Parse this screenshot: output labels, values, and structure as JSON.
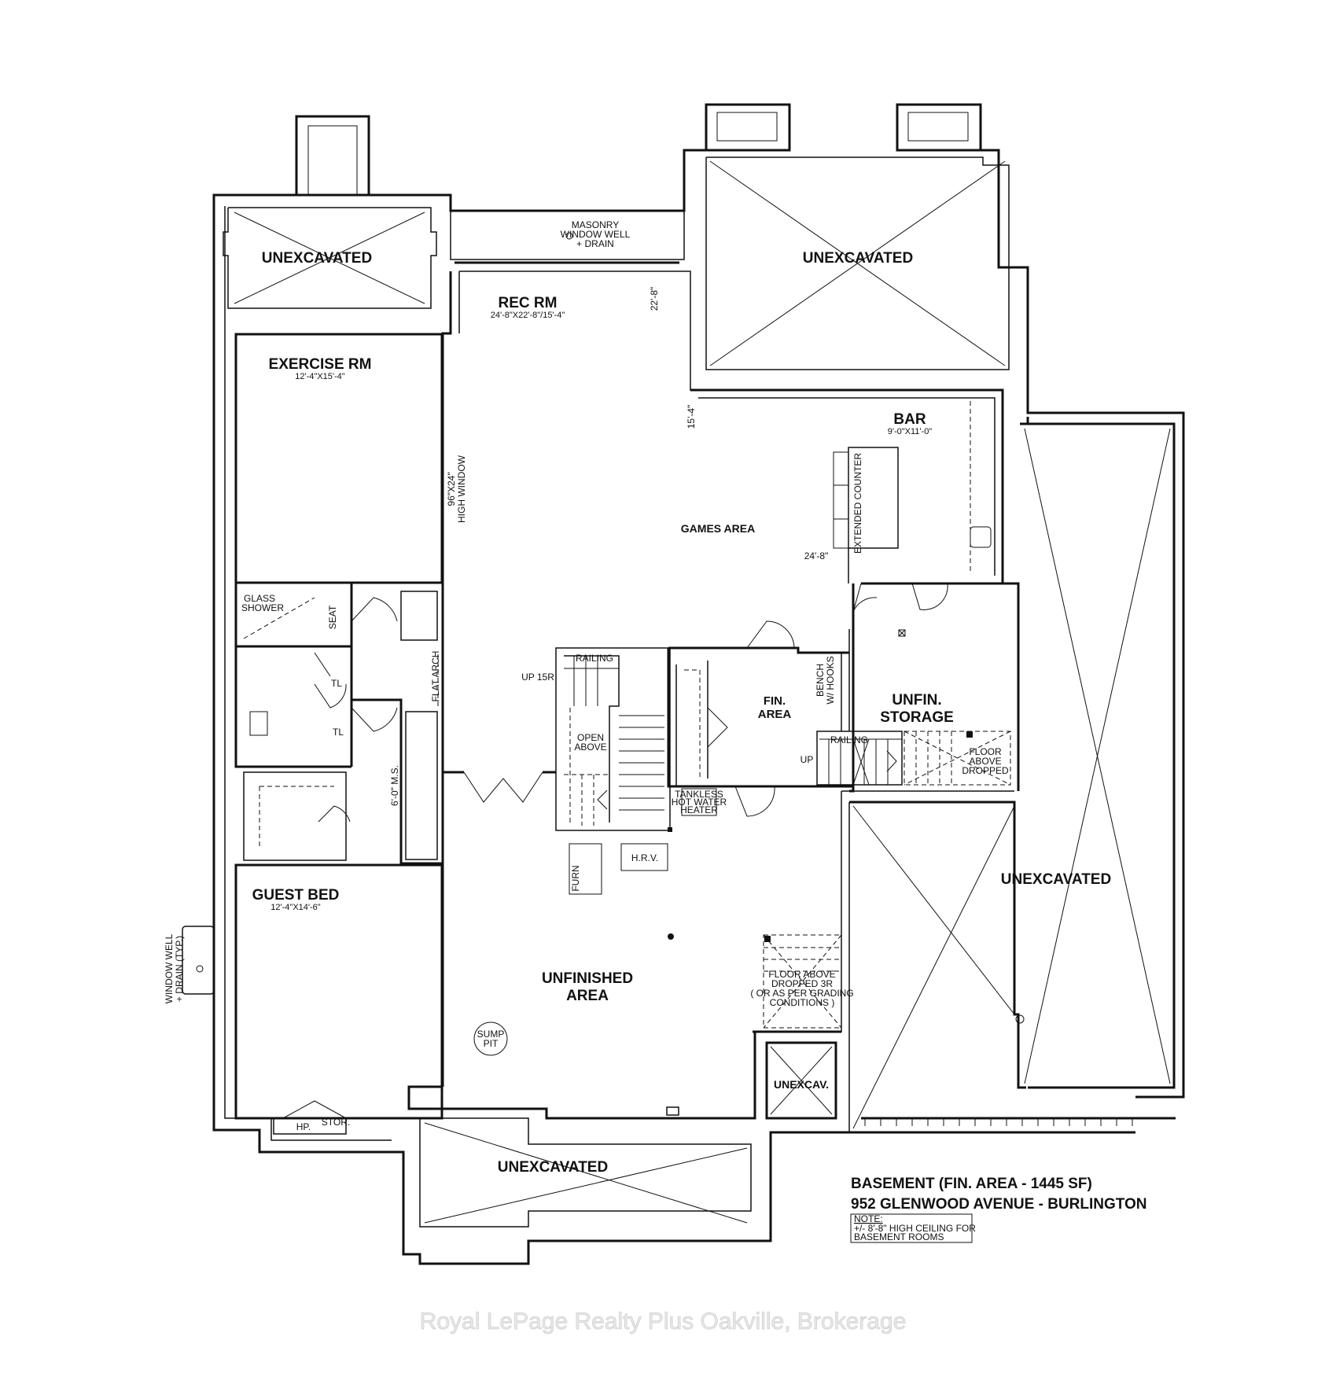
{
  "rooms": {
    "unexcavated_nw": "UNEXCAVATED",
    "unexcavated_ne": "UNEXCAVATED",
    "unexcavated_e": "UNEXCAVATED",
    "unexcavated_s": "UNEXCAVATED",
    "unexcav_small": "UNEXCAV.",
    "rec_rm": "REC RM",
    "rec_rm_dim": "24'-8\"X22'-8\"/15'-4\"",
    "exercise_rm": "EXERCISE RM",
    "exercise_rm_dim": "12'-4\"X15'-4\"",
    "bar": "BAR",
    "bar_dim": "9'-0\"X11'-0\"",
    "games_area": "GAMES AREA",
    "fin_area_1": "FIN.",
    "fin_area_2": "AREA",
    "unfin_storage_1": "UNFIN.",
    "unfin_storage_2": "STORAGE",
    "guest_bed": "GUEST BED",
    "guest_bed_dim": "12'-4\"X14'-6\"",
    "unfinished_area_1": "UNFINISHED",
    "unfinished_area_2": "AREA"
  },
  "labels": {
    "masonry_1": "MASONRY",
    "masonry_2": "WINDOW WELL",
    "masonry_3": "+ DRAIN",
    "high_window_1": "96\"X24\"",
    "high_window_2": "HIGH WINDOW",
    "dim_22_8": "22'-8\"",
    "dim_15_4": "15'-4\"",
    "dim_24_8": "24'-8\"",
    "extended_counter": "EXTENDED COUNTER",
    "glass_shower_1": "GLASS",
    "glass_shower_2": "SHOWER",
    "seat": "SEAT",
    "tl_1": "TL",
    "tl_2": "TL",
    "flat_arch": "FLAT ARCH",
    "railing_1": "RAILING",
    "up_15r": "UP 15R",
    "open_above_1": "OPEN",
    "open_above_2": "ABOVE",
    "bench_1": "BENCH",
    "bench_2": "W/ HOOKS",
    "railing_2": "RAILING",
    "up": "UP",
    "floor_dropped_1": "FLOOR",
    "floor_dropped_2": "ABOVE",
    "floor_dropped_3": "DROPPED",
    "tankless_1": "TANKLESS",
    "tankless_2": "HOT WATER",
    "tankless_3": "HEATER",
    "ms": "6'-0\" M.S.",
    "furn": "FURN",
    "hrv": "H.R.V.",
    "floor_3r_1": "FLOOR ABOVE",
    "floor_3r_2": "DROPPED 3R",
    "floor_3r_3": "( OR AS PER GRADING",
    "floor_3r_4": "CONDITIONS )",
    "sump_1": "SUMP",
    "sump_2": "PIT",
    "window_well_1": "WINDOW WELL",
    "window_well_2": "+ DRAIN (TYP.)",
    "hp": "HP.",
    "stor": "STOR."
  },
  "title": {
    "line1": "BASEMENT (FIN. AREA - 1445 SF)",
    "line2": "952 GLENWOOD AVENUE - BURLINGTON",
    "note_head": "NOTE:",
    "note_1": "+/- 8'-8\" HIGH CEILING FOR",
    "note_2": "BASEMENT ROOMS"
  },
  "watermark": "Royal LePage Realty Plus Oakville, Brokerage"
}
